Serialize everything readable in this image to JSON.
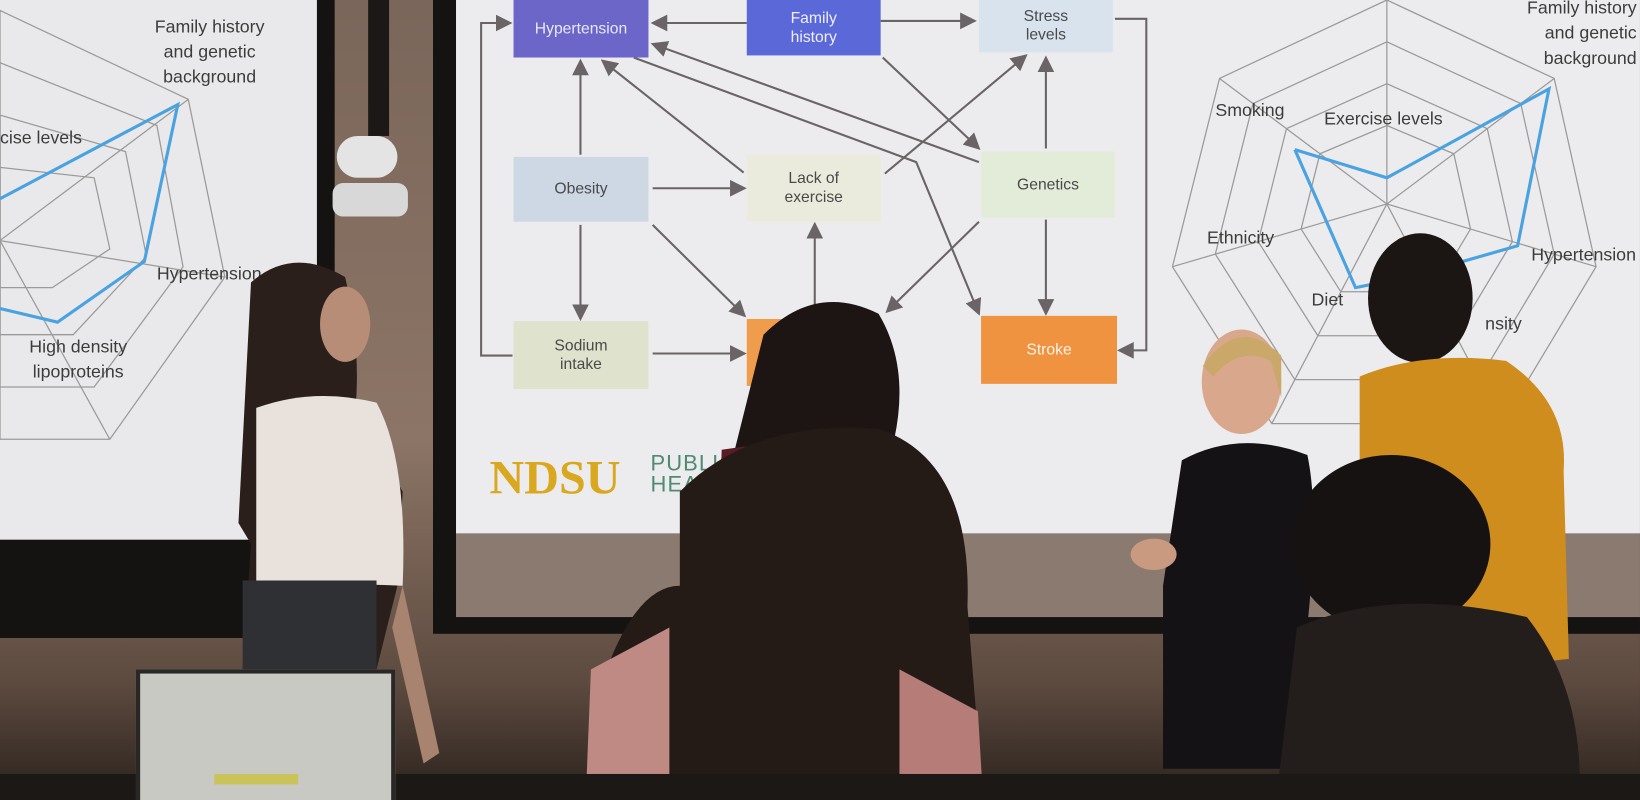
{
  "left_screen": {
    "labels": [
      "Family history\nand genetic\nbackground",
      "cise levels",
      "Hypertension",
      "High density\nlipoproteins"
    ],
    "series_color": "#4aa3e0"
  },
  "center_screen": {
    "nodes": {
      "hypertension": "Hypertension",
      "family_history": "Family\nhistory",
      "stress_levels": "Stress\nlevels",
      "obesity": "Obesity",
      "lack_of_exercise": "Lack of\nexercise",
      "genetics": "Genetics",
      "sodium_intake": "Sodium\nintake",
      "stroke": "Stroke"
    },
    "logo": {
      "brand": "NDSU",
      "line1": "PUBLIC",
      "line2": "HEAL"
    },
    "colors": {
      "hypertension": "#6c66c9",
      "family_history": "#5b69d8",
      "stroke": "#ef9340",
      "logo": "#d9a81e",
      "logo_text": "#4f8a72"
    }
  },
  "right_screen": {
    "labels": [
      "Family history\nand genetic\nbackground",
      "Smoking",
      "Exercise levels",
      "Ethnicity",
      "Hypertension",
      "Diet",
      "nsity"
    ],
    "series_color": "#4aa3e0"
  }
}
